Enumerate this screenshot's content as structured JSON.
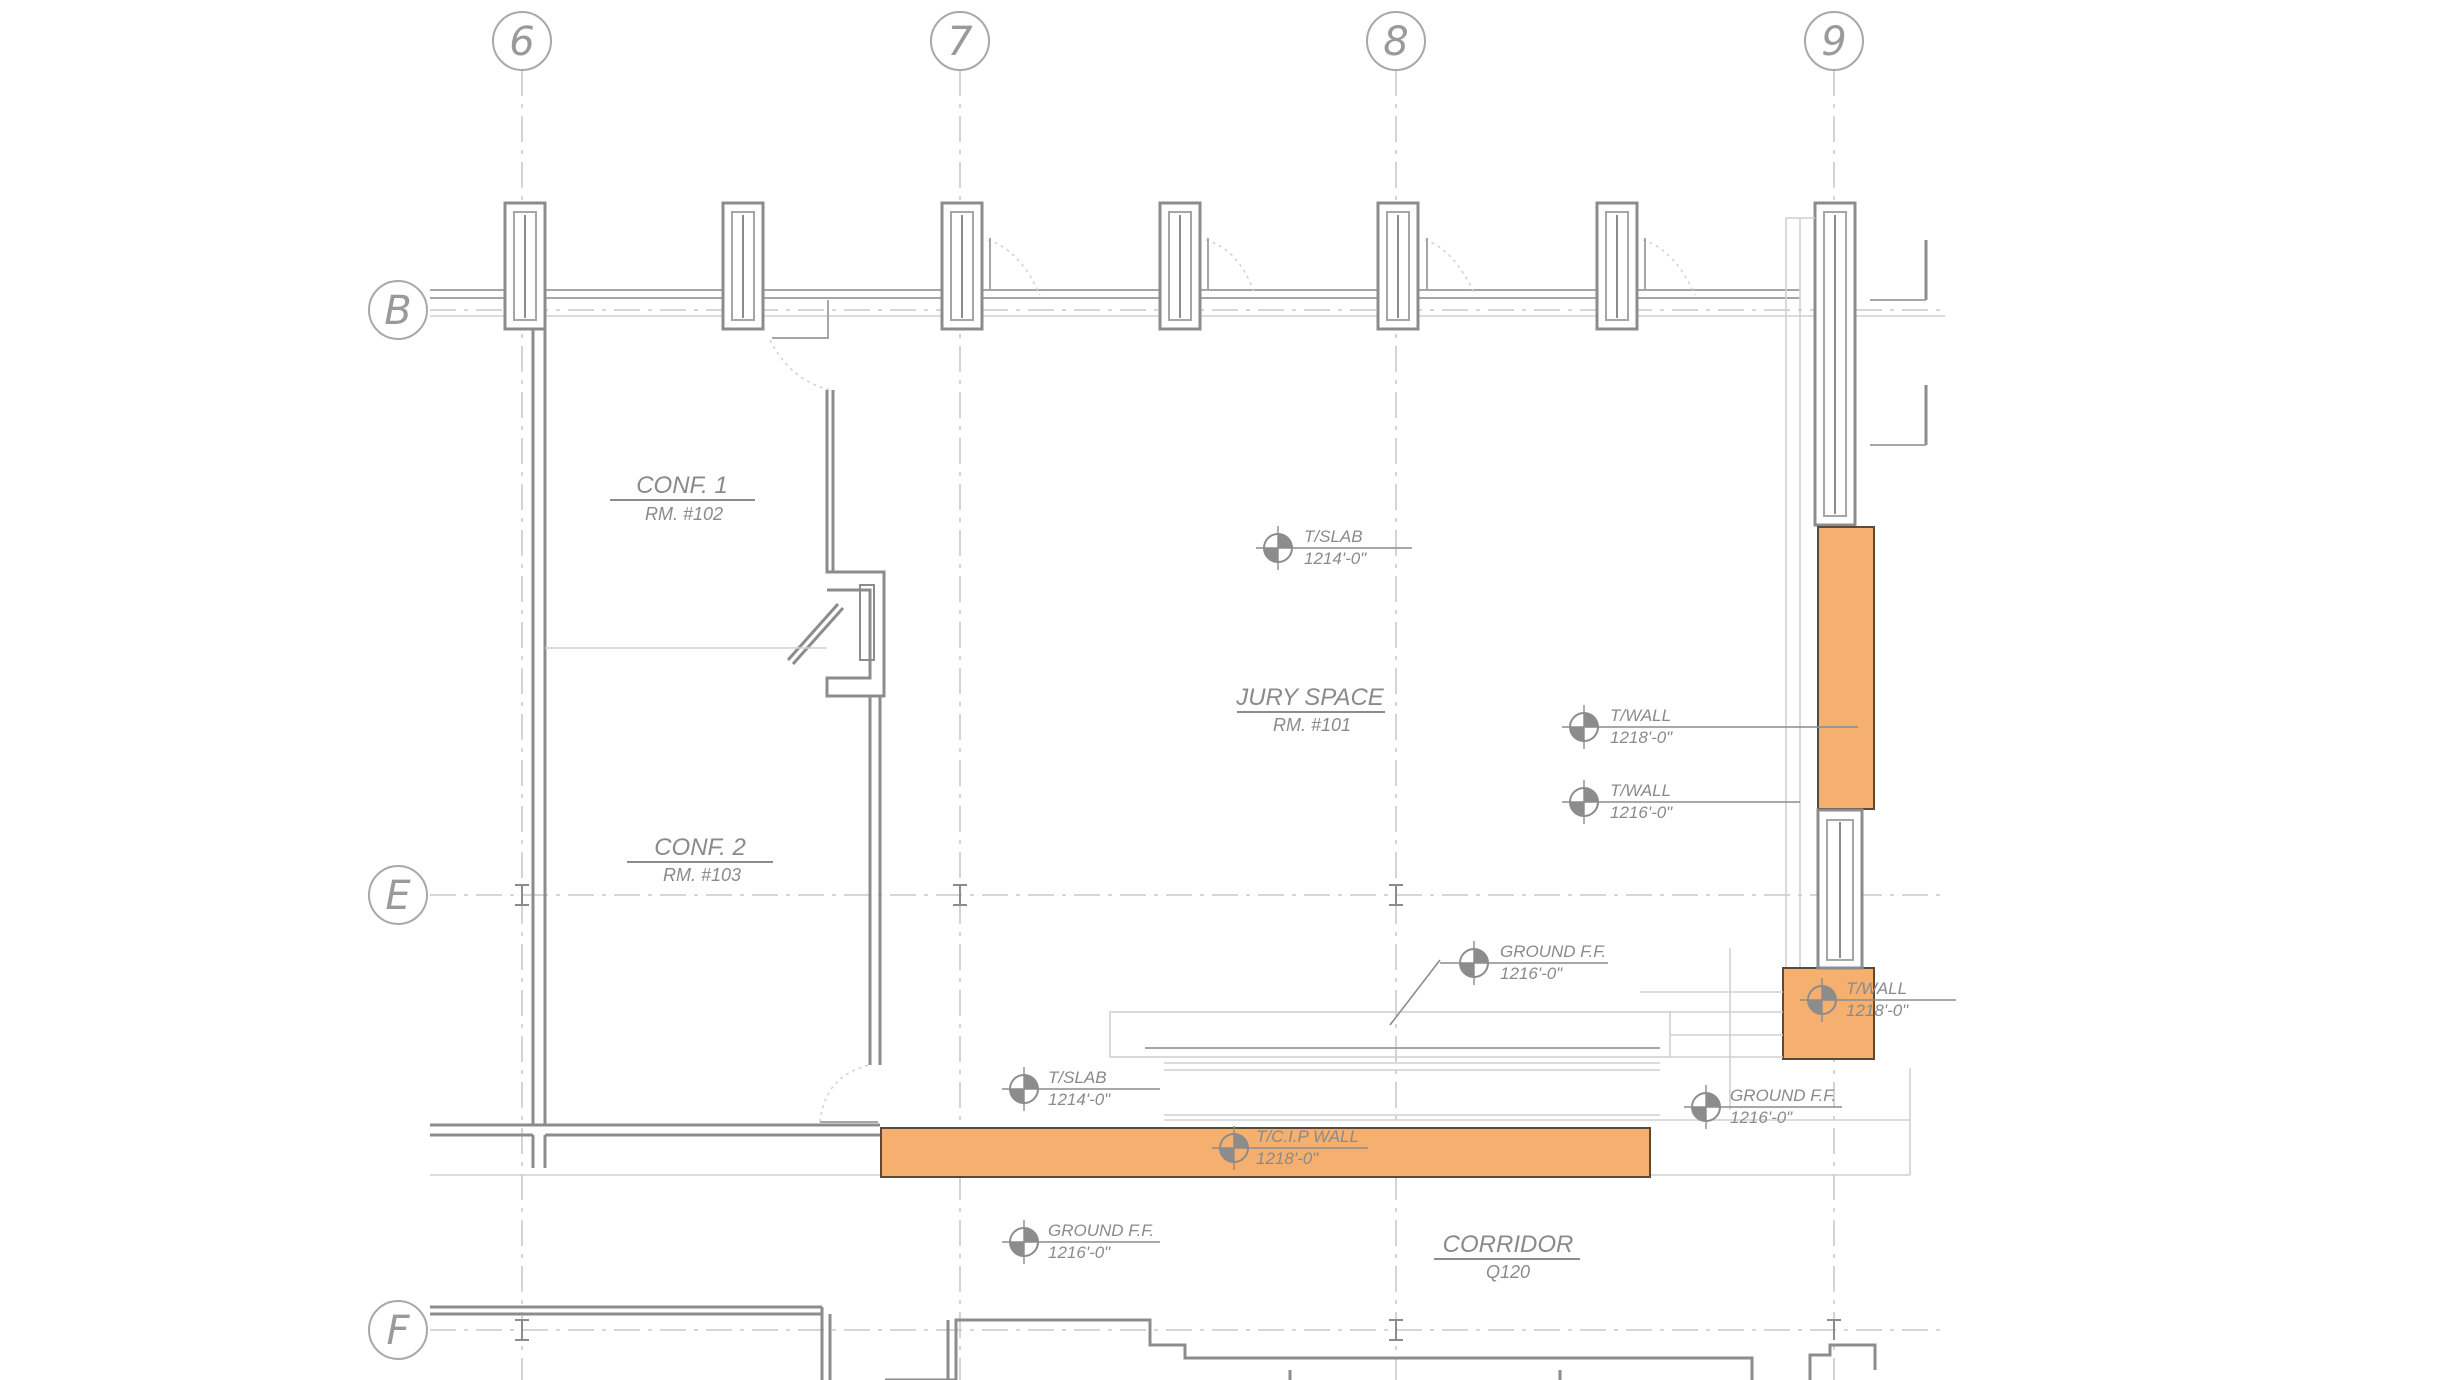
{
  "grid": {
    "columns": [
      "6",
      "7",
      "8",
      "9"
    ],
    "rows": [
      "B",
      "E",
      "F"
    ]
  },
  "rooms": {
    "conf1": {
      "name": "CONF. 1",
      "number": "RM. #102"
    },
    "conf2": {
      "name": "CONF. 2",
      "number": "RM. #103"
    },
    "jury": {
      "name": "JURY SPACE",
      "number": "RM. #101"
    },
    "corridor": {
      "name": "CORRIDOR",
      "number": "Q120"
    }
  },
  "elevations": {
    "slab_jury": {
      "label": "T/SLAB",
      "value": "1214'-0\""
    },
    "wall_1": {
      "label": "T/WALL",
      "value": "1218'-0\""
    },
    "wall_2": {
      "label": "T/WALL",
      "value": "1216'-0\""
    },
    "ground_ff_1": {
      "label": "GROUND F.F.",
      "value": "1216'-0\""
    },
    "wall_3": {
      "label": "T/WALL",
      "value": "1218'-0\""
    },
    "slab_lower": {
      "label": "T/SLAB",
      "value": "1214'-0\""
    },
    "ground_ff_2": {
      "label": "GROUND F.F.",
      "value": "1216'-0\""
    },
    "cip_wall": {
      "label": "T/C.I.P WALL",
      "value": "1218'-0\""
    },
    "ground_ff_3": {
      "label": "GROUND F.F.",
      "value": "1216'-0\""
    }
  },
  "colors": {
    "highlight": "#f5b06f",
    "line": "#8c8c8c"
  }
}
